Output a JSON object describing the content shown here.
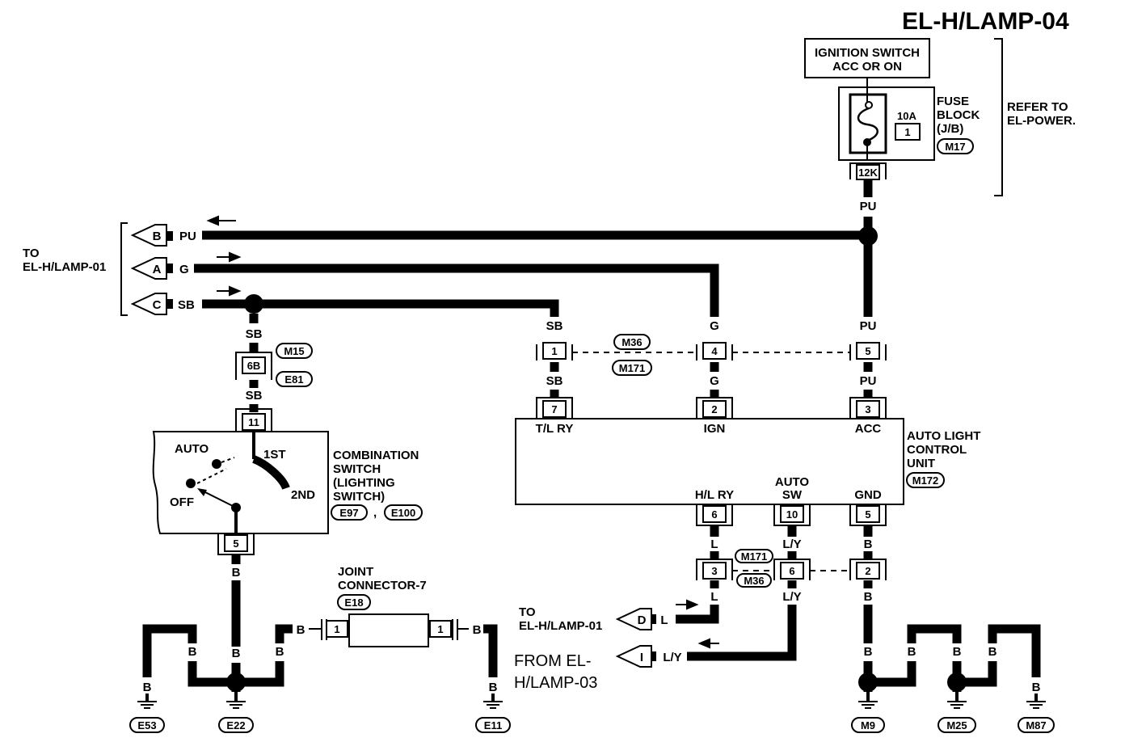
{
  "title": "EL-H/LAMP-04",
  "power": {
    "ignition_line1": "IGNITION SWITCH",
    "ignition_line2": "ACC OR ON",
    "fuse_amp": "10A",
    "fuse_no": "1",
    "fuse_label1": "FUSE",
    "fuse_label2": "BLOCK",
    "fuse_label3": "(J/B)",
    "fuse_conn": "M17",
    "fuse_term": "12K",
    "refer1": "REFER TO",
    "refer2": "EL-POWER.",
    "wire_pu": "PU"
  },
  "left_refs": {
    "to1": "TO",
    "to2": "EL-H/LAMP-01",
    "b": "B",
    "b_wire": "PU",
    "a": "A",
    "a_wire": "G",
    "c": "C",
    "c_wire": "SB"
  },
  "harness": {
    "sb": "SB",
    "g": "G",
    "pu": "PU",
    "m36": "M36",
    "m171": "M171",
    "p1": "1",
    "p4": "4",
    "p5": "5"
  },
  "unit": {
    "t7": "7",
    "t2": "2",
    "t3": "3",
    "l_tl": "T/L RY",
    "l_ign": "IGN",
    "l_acc": "ACC",
    "name1": "AUTO LIGHT",
    "name2": "CONTROL",
    "name3": "UNIT",
    "conn": "M172",
    "l_hl": "H/L RY",
    "l_auto1": "AUTO",
    "l_auto2": "SW",
    "l_gnd": "GND",
    "t6": "6",
    "t10": "10",
    "t5": "5"
  },
  "switch": {
    "m15": "M15",
    "e81": "E81",
    "t6b": "6B",
    "t11": "11",
    "auto": "AUTO",
    "first": "1ST",
    "second": "2ND",
    "off": "OFF",
    "t5": "5",
    "name1": "COMBINATION",
    "name2": "SWITCH",
    "name3": "(LIGHTING",
    "name4": "SWITCH)",
    "e97": "E97",
    "comma": ",",
    "e100": "E100"
  },
  "joint": {
    "l1": "JOINT",
    "l2": "CONNECTOR-7",
    "conn": "E18",
    "pin": "1"
  },
  "lower": {
    "l": "L",
    "ly": "L/Y",
    "b": "B",
    "p3": "3",
    "p6": "6",
    "p2": "2",
    "to1": "TO",
    "to2": "EL-H/LAMP-01",
    "d": "D",
    "i": "I",
    "from1": "FROM EL-",
    "from2": "H/LAMP-03"
  },
  "grounds": {
    "e53": "E53",
    "e22": "E22",
    "e11": "E11",
    "m9": "M9",
    "m25": "M25",
    "m87": "M87"
  }
}
